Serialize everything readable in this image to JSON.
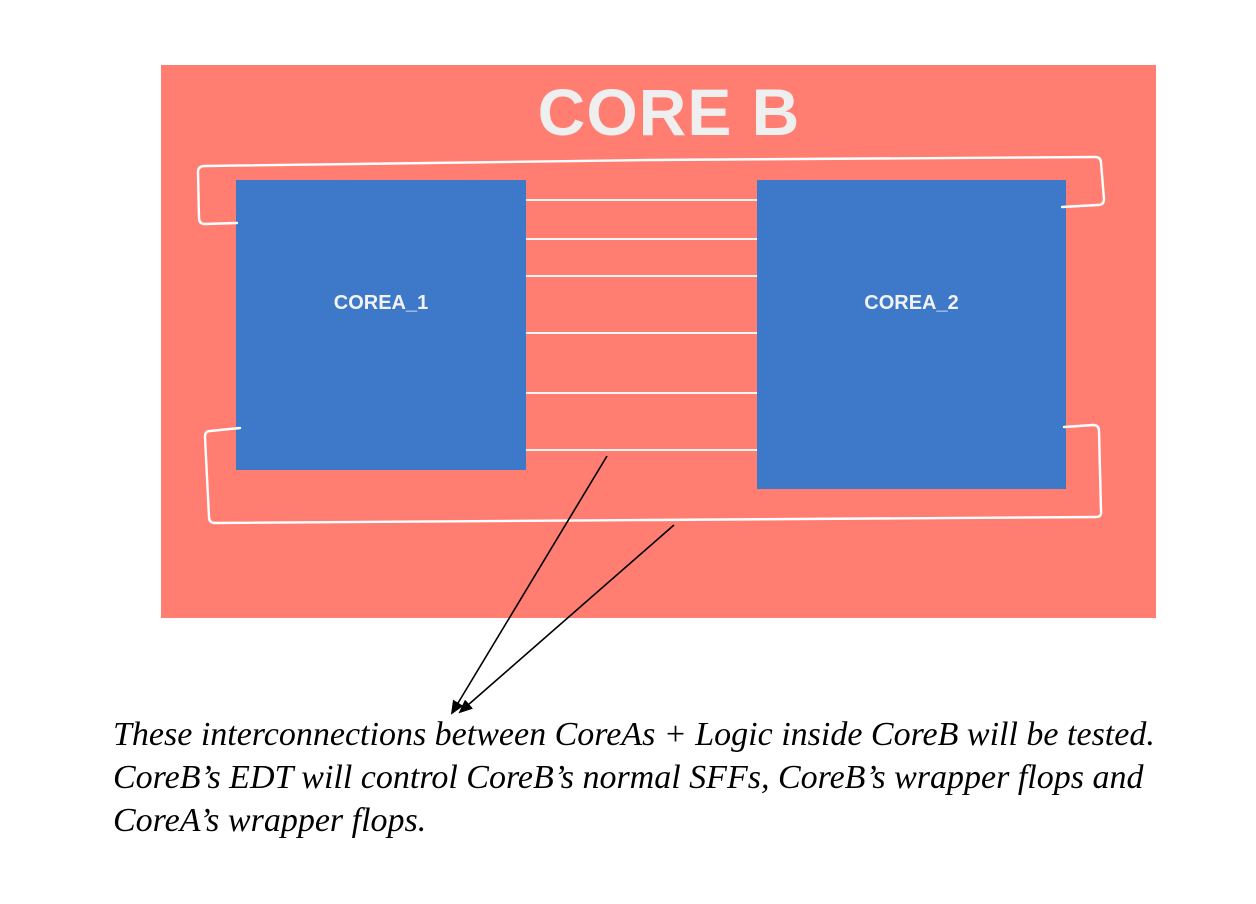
{
  "diagram": {
    "outer_block": {
      "label": "CORE B",
      "fill_color": "#ff7e71",
      "label_color": "#efefef"
    },
    "inner_blocks": [
      {
        "id": "corea-1",
        "label": "COREA_1",
        "fill_color": "#3d78c9"
      },
      {
        "id": "corea-2",
        "label": "COREA_2",
        "fill_color": "#3d78c9"
      }
    ],
    "interconnect_count": 6,
    "wrapper_chain_color": "#ffffff",
    "arrow_color": "#000000"
  },
  "caption": {
    "line1": "These interconnections between CoreAs + Logic inside CoreB will be tested.",
    "line2": "CoreB’s EDT will control CoreB’s normal SFFs, CoreB’s wrapper flops and CoreA’s wrapper flops."
  }
}
